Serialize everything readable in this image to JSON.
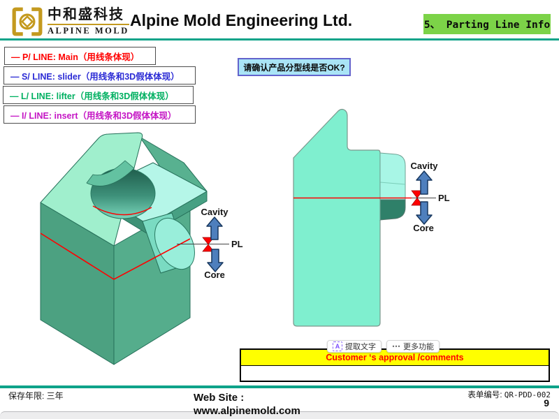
{
  "header": {
    "logo_chinese": "中和盛科技",
    "logo_english": "ALPINE MOLD",
    "company": "Alpine Mold Engineering Ltd.",
    "slide_tab": "5、 Parting Line Info"
  },
  "legend": {
    "items": [
      {
        "text": "— P/ LINE: Main（用线条体现）",
        "color": "#FF0000"
      },
      {
        "text": "— S/ LINE: slider（用线条和3D假体体现）",
        "color": "#2B2BD5"
      },
      {
        "text": "— L/ LINE: lifter（用线条和3D假体体现）",
        "color": "#00B061"
      },
      {
        "text": "— I/ LINE: insert（用线条和3D假体体现）",
        "color": "#C415C4"
      }
    ]
  },
  "note": {
    "text": "请确认产品分型线是否OK?"
  },
  "models": {
    "left": {
      "cavity": "Cavity",
      "pl": "PL",
      "core": "Core"
    },
    "right": {
      "cavity": "Cavity",
      "pl": "PL",
      "core": "Core"
    }
  },
  "ocr_toolbar": {
    "extract_icon": "A",
    "extract_label": "提取文字",
    "more_icon": "⋯",
    "more_label": "更多功能"
  },
  "comments": {
    "header": "Customer ‘s approval /comments"
  },
  "footer": {
    "retention": "保存年限: 三年",
    "form_label": "表单编号:",
    "form_code": "QR-PDD-002",
    "website_label": "Web Site :",
    "website_url": "www.alpinemold.com",
    "page_number": "9"
  },
  "colors": {
    "header_accent_teal": "#0EA389",
    "tab_green": "#7CD348",
    "note_bg": "#A9E4F6",
    "note_border": "#6363CC",
    "model_teal": "#7FEFCF",
    "arrow_blue": "#4E7FBD",
    "parting_line_red": "#FF0000",
    "comments_header_bg": "#FFFF00",
    "comments_header_text": "#FF0000"
  }
}
